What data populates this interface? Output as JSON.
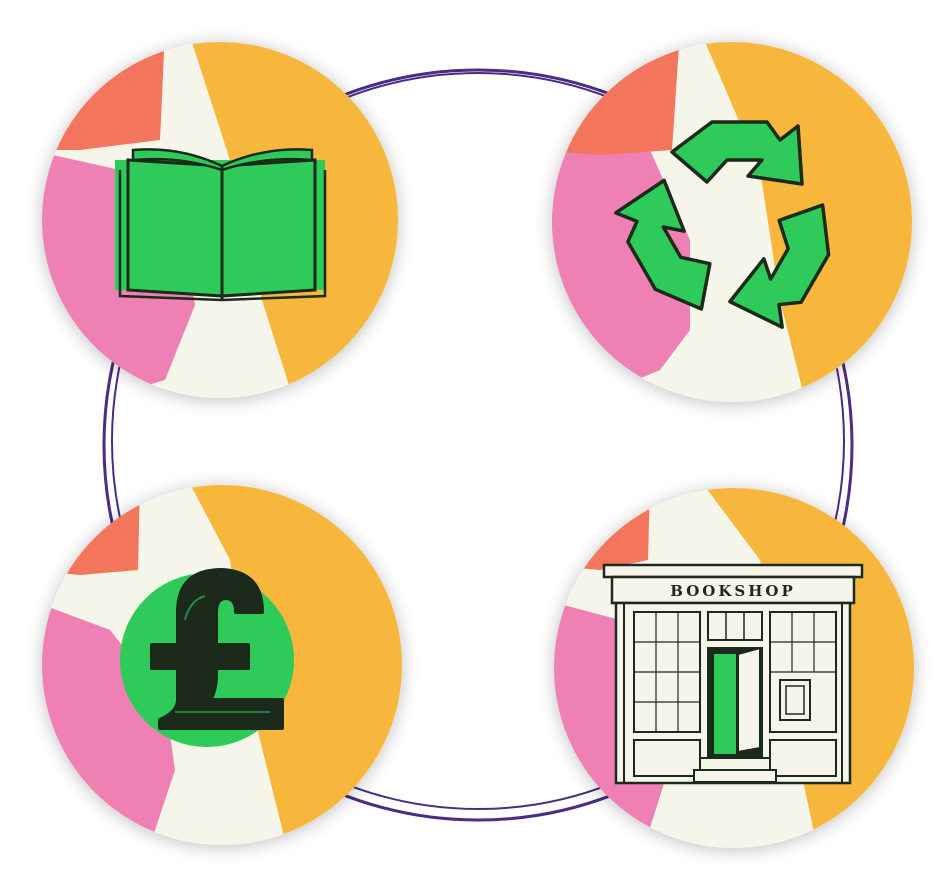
{
  "colors": {
    "ring": "#4b2c82",
    "cream": "#f6f5ea",
    "orange": "#f7b73c",
    "pink": "#ee80b4",
    "coral": "#f2745c",
    "green": "#2ecb5a",
    "ink": "#1a2b1a"
  },
  "nodes": [
    {
      "id": "book",
      "icon": "open-book-icon"
    },
    {
      "id": "recycle",
      "icon": "recycle-icon"
    },
    {
      "id": "pound",
      "icon": "pound-sign-icon"
    },
    {
      "id": "bookshop",
      "icon": "bookshop-storefront-icon"
    }
  ],
  "bookshop": {
    "sign": "BOOKSHOP"
  }
}
